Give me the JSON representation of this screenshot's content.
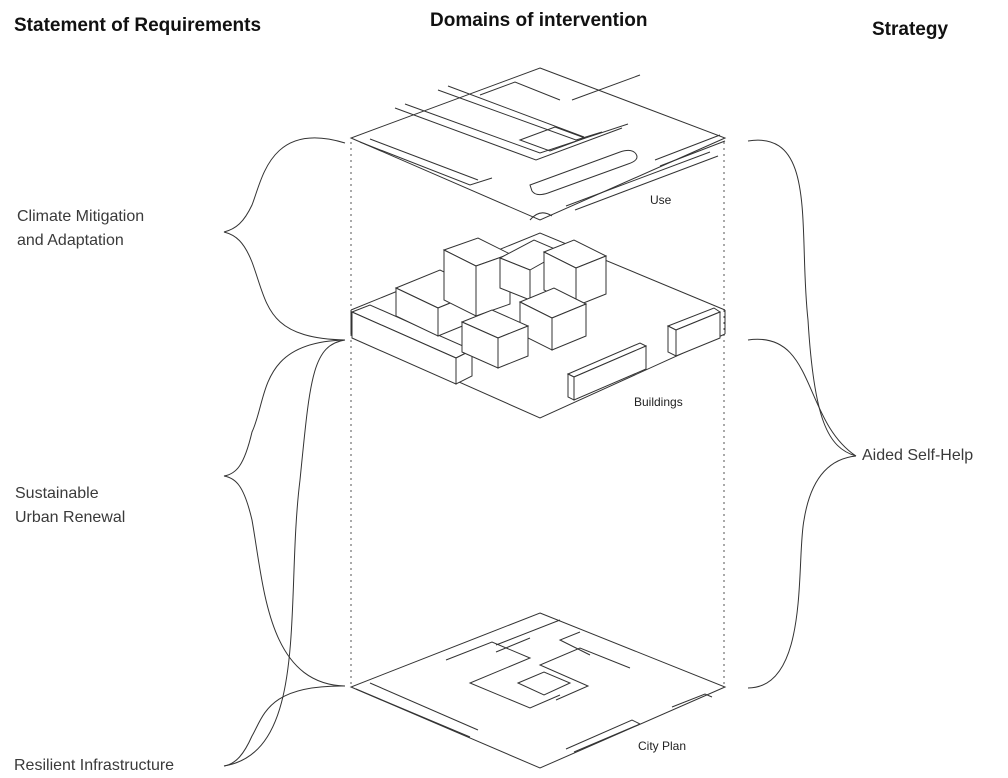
{
  "headings": {
    "requirements": "Statement of Requirements",
    "domains": "Domains of intervention",
    "strategy": "Strategy"
  },
  "requirements": [
    {
      "line1": "Climate Mitigation",
      "line2": "and Adaptation"
    },
    {
      "line1": "Sustainable",
      "line2": "Urban Renewal"
    },
    {
      "line1": "Resilient Infrastructure",
      "line2": ""
    }
  ],
  "layers": {
    "use": "Use",
    "buildings": "Buildings",
    "city_plan": "City Plan"
  },
  "strategy_item": "Aided Self-Help"
}
